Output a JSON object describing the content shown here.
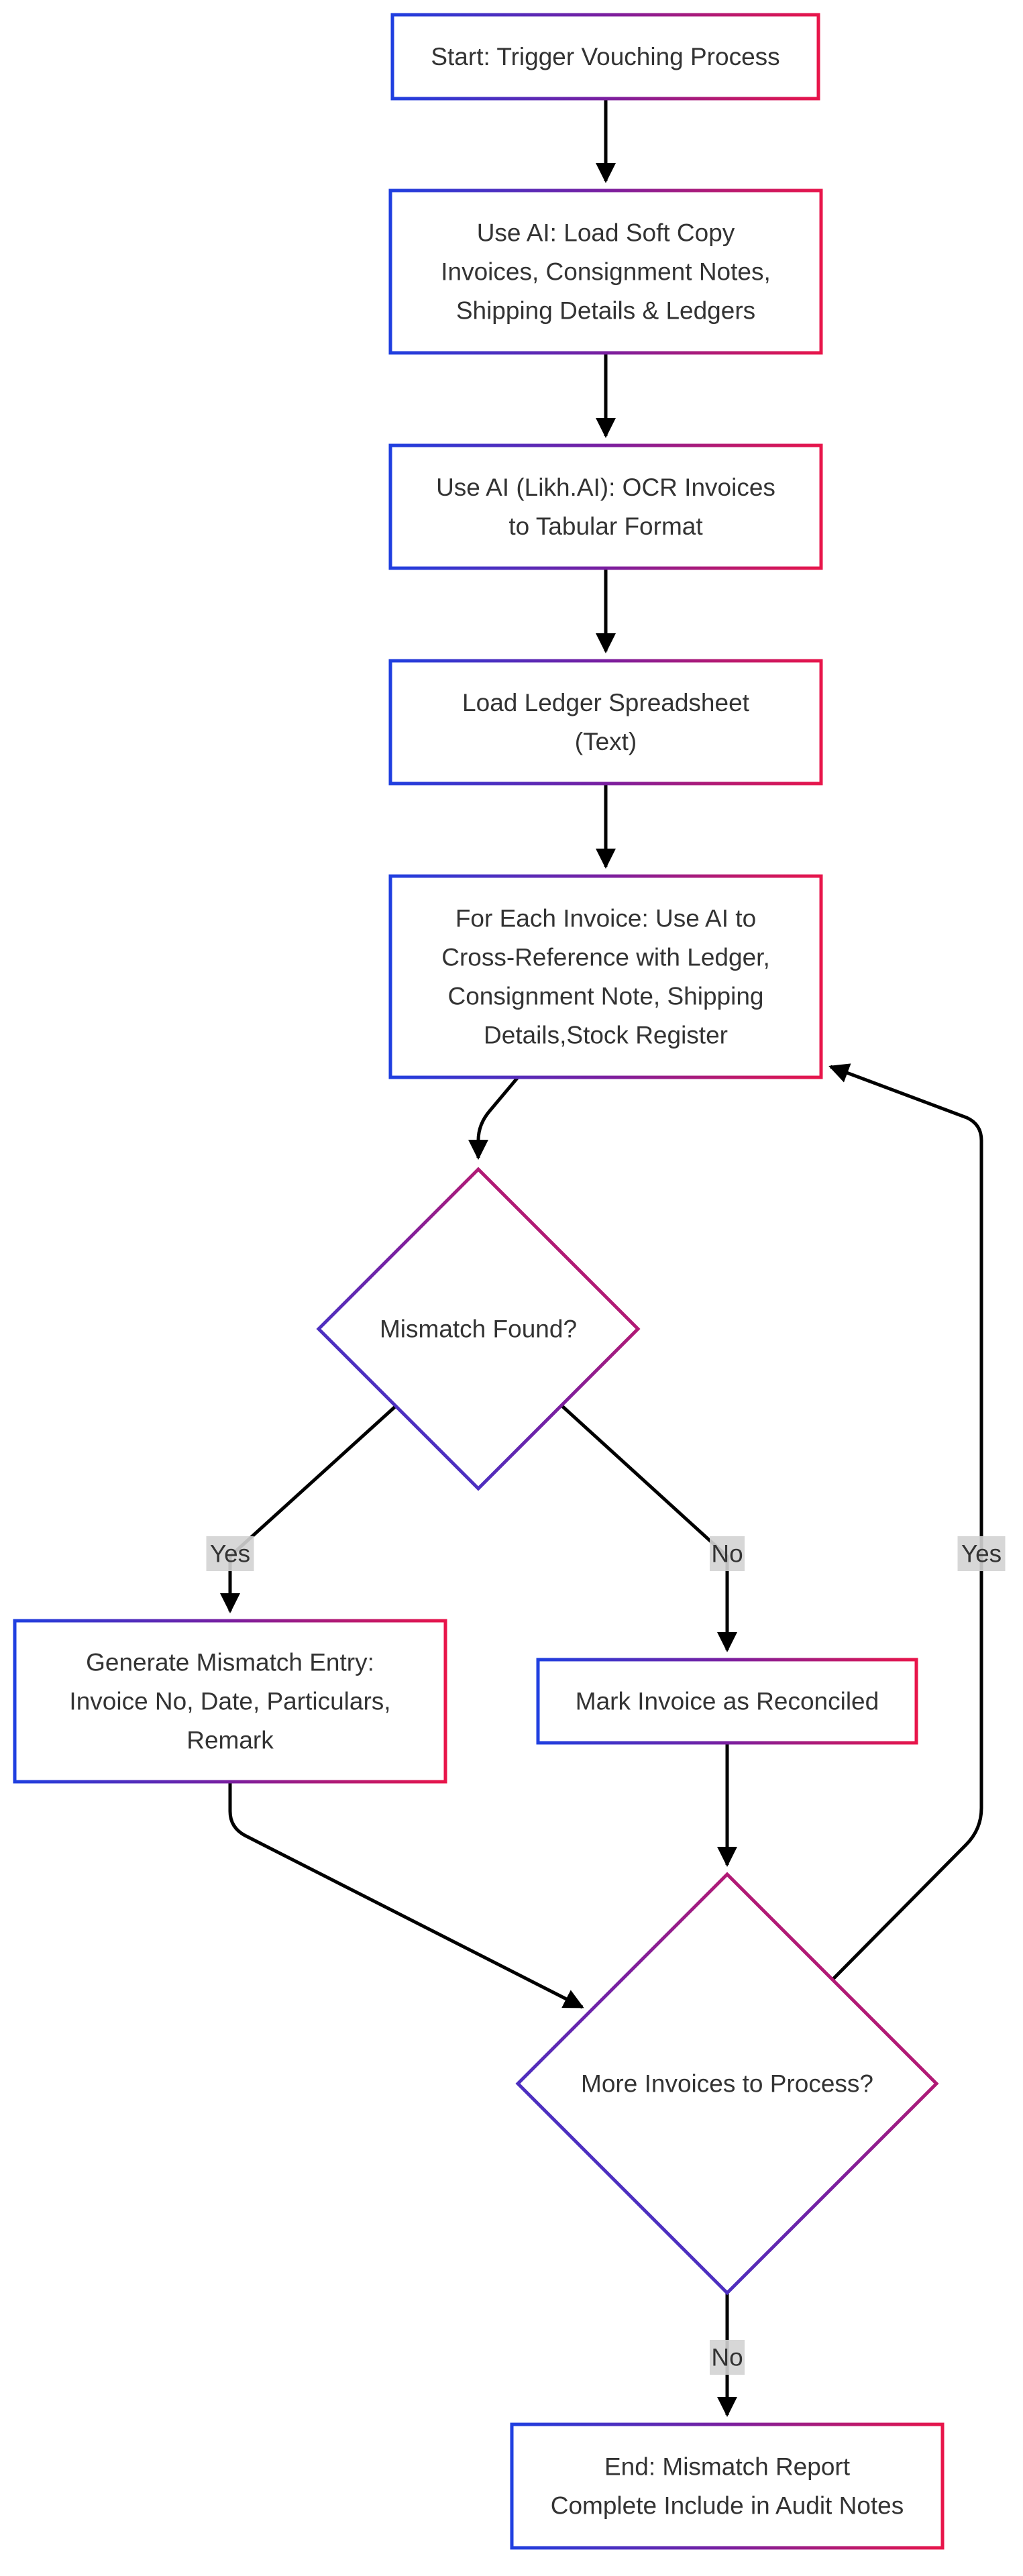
{
  "diagram": {
    "type": "flowchart",
    "colors": {
      "border_gradient_start": "#1f3fe0",
      "border_gradient_mid": "#7a1fa0",
      "border_gradient_end": "#e8154a",
      "edge": "#000000",
      "label_background": "#d3d3d3",
      "text": "#333333"
    },
    "nodes": {
      "start": {
        "shape": "rect",
        "lines": [
          "Start: Trigger Vouching Process"
        ]
      },
      "load_soft_copy": {
        "shape": "rect",
        "lines": [
          "Use AI: Load Soft Copy",
          "Invoices, Consignment Notes,",
          "Shipping Details & Ledgers"
        ]
      },
      "ocr_invoices": {
        "shape": "rect",
        "lines": [
          "Use AI (Likh.AI): OCR Invoices",
          "to Tabular Format"
        ]
      },
      "load_ledger": {
        "shape": "rect",
        "lines": [
          "Load Ledger Spreadsheet",
          "(Text)"
        ]
      },
      "cross_reference": {
        "shape": "rect",
        "lines": [
          "For Each Invoice: Use AI to",
          "Cross-Reference with Ledger,",
          "Consignment Note, Shipping",
          "Details,Stock Register"
        ]
      },
      "mismatch_found": {
        "shape": "diamond",
        "lines": [
          "Mismatch Found?"
        ]
      },
      "generate_mismatch": {
        "shape": "rect",
        "lines": [
          "Generate Mismatch Entry:",
          "Invoice No, Date, Particulars,",
          "Remark"
        ]
      },
      "mark_reconciled": {
        "shape": "rect",
        "lines": [
          "Mark Invoice as Reconciled"
        ]
      },
      "more_invoices": {
        "shape": "diamond",
        "lines": [
          "More Invoices to Process?"
        ]
      },
      "end": {
        "shape": "rect",
        "lines": [
          "End: Mismatch Report",
          "Complete Include in Audit Notes"
        ]
      }
    },
    "edges": [
      {
        "from": "start",
        "to": "load_soft_copy",
        "label": ""
      },
      {
        "from": "load_soft_copy",
        "to": "ocr_invoices",
        "label": ""
      },
      {
        "from": "ocr_invoices",
        "to": "load_ledger",
        "label": ""
      },
      {
        "from": "load_ledger",
        "to": "cross_reference",
        "label": ""
      },
      {
        "from": "cross_reference",
        "to": "mismatch_found",
        "label": ""
      },
      {
        "from": "mismatch_found",
        "to": "generate_mismatch",
        "label": "Yes"
      },
      {
        "from": "mismatch_found",
        "to": "mark_reconciled",
        "label": "No"
      },
      {
        "from": "generate_mismatch",
        "to": "more_invoices",
        "label": ""
      },
      {
        "from": "mark_reconciled",
        "to": "more_invoices",
        "label": ""
      },
      {
        "from": "more_invoices",
        "to": "cross_reference",
        "label": "Yes"
      },
      {
        "from": "more_invoices",
        "to": "end",
        "label": "No"
      }
    ]
  }
}
